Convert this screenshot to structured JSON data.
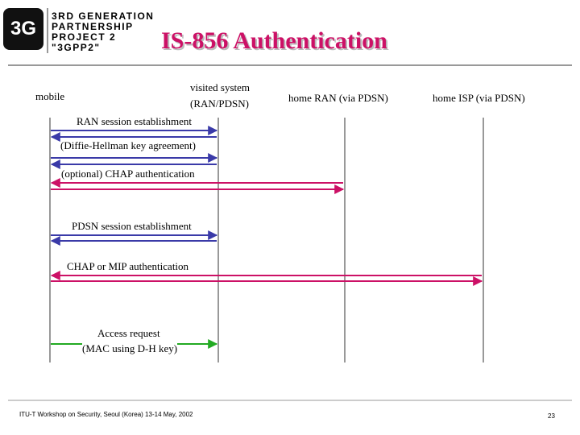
{
  "logo": {
    "mark": "3G",
    "lines": [
      "3RD GENERATION",
      "PARTNERSHIP",
      "PROJECT 2",
      "\"3GPP2\""
    ]
  },
  "title": "IS-856 Authentication",
  "entities": {
    "mobile": "mobile",
    "visited_line1": "visited system",
    "visited_line2": "(RAN/PDSN)",
    "home_ran": "home RAN (via PDSN)",
    "home_isp": "home ISP (via PDSN)"
  },
  "messages": {
    "ran_session": "RAN session establishment",
    "diffie_hellman": "(Diffie-Hellman key agreement)",
    "chap_optional": "(optional) CHAP authentication",
    "pdsn_session": "PDSN session establishment",
    "chap_mip": "CHAP or MIP authentication",
    "access_line1": "Access request",
    "access_line2": "(MAC using D-H key)"
  },
  "colors": {
    "title": "#cc1166",
    "blue": "#3a3aa8",
    "magenta": "#cc1166",
    "green": "#22aa22"
  },
  "footer": {
    "left": "ITU-T Workshop on Security, Seoul (Korea) 13-14 May, 2002",
    "page": "23"
  }
}
